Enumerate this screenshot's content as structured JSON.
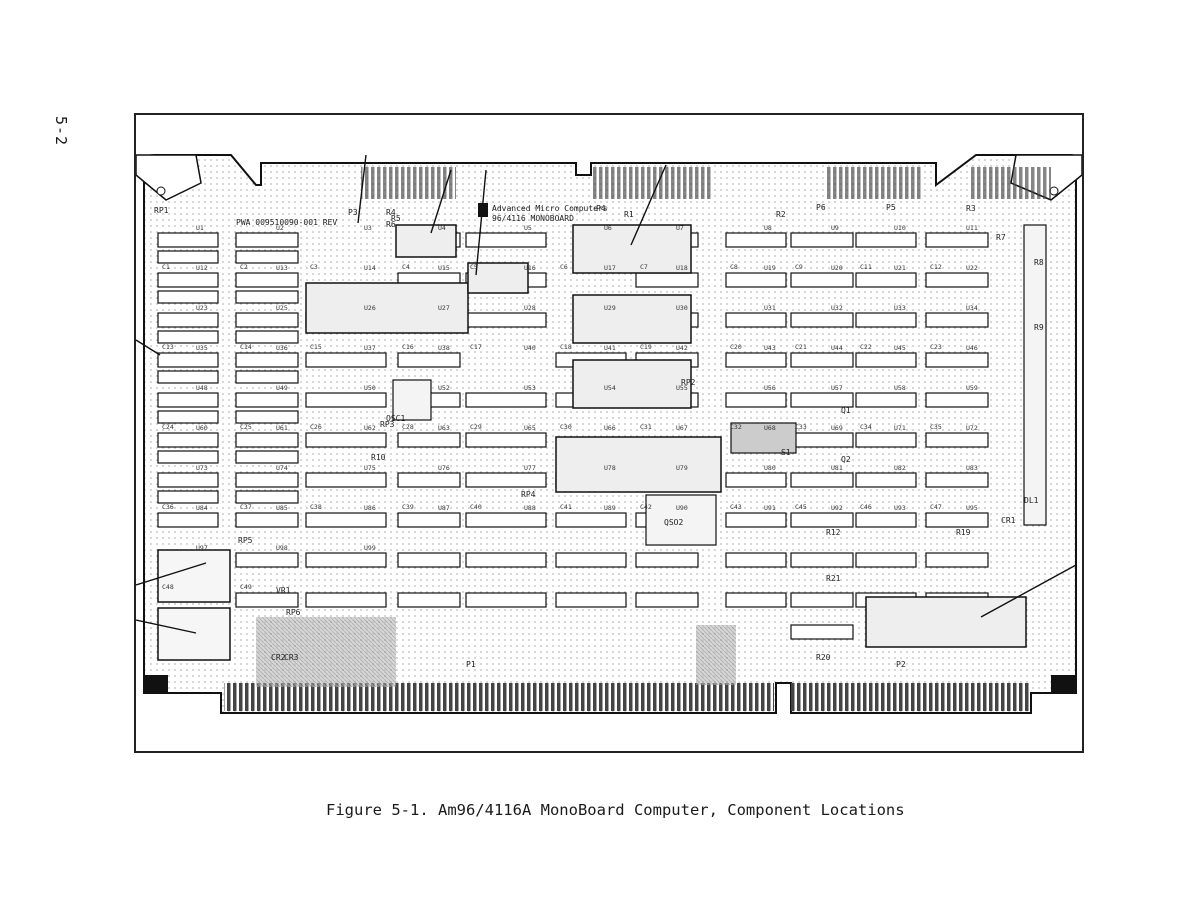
{
  "page": {
    "number": "5-2"
  },
  "figure": {
    "caption": "Figure 5-1.  Am96/4116A MonoBoard Computer, Component Locations"
  },
  "board": {
    "maker_text": "Advanced Micro Computers",
    "model_text": "96/4116 MONOBOARD",
    "pwa_text": "PWA 009510090-001 REV",
    "chips": [
      "U1",
      "U2",
      "U3",
      "U4",
      "U5",
      "U6",
      "U7",
      "U8",
      "U9",
      "U10",
      "U11",
      "U12",
      "U13",
      "U14",
      "U15",
      "U16",
      "U17",
      "U18",
      "U19",
      "U20",
      "U21",
      "U22",
      "U23",
      "U25",
      "U26",
      "U27",
      "U28",
      "U29",
      "U30",
      "U31",
      "U32",
      "U33",
      "U34",
      "U35",
      "U36",
      "U37",
      "U38",
      "U40",
      "U41",
      "U42",
      "U43",
      "U44",
      "U45",
      "U46",
      "U48",
      "U49",
      "U50",
      "U52",
      "U53",
      "U54",
      "U55",
      "U56",
      "U57",
      "U58",
      "U59",
      "U60",
      "U61",
      "U62",
      "U63",
      "U65",
      "U66",
      "U67",
      "U68",
      "U69",
      "U71",
      "U72",
      "U73",
      "U74",
      "U75",
      "U76",
      "U77",
      "U78",
      "U79",
      "U80",
      "U81",
      "U82",
      "U83",
      "U84",
      "U85",
      "U86",
      "U87",
      "U88",
      "U89",
      "U90",
      "U91",
      "U92",
      "U93",
      "U95",
      "U97",
      "U98",
      "U99"
    ],
    "capacitors": [
      "C1",
      "C2",
      "C3",
      "C4",
      "C5",
      "C6",
      "C7",
      "C8",
      "C9",
      "C11",
      "C12",
      "C13",
      "C14",
      "C15",
      "C16",
      "C17",
      "C18",
      "C19",
      "C20",
      "C21",
      "C22",
      "C23",
      "C24",
      "C25",
      "C26",
      "C28",
      "C29",
      "C30",
      "C31",
      "C32",
      "C33",
      "C34",
      "C35",
      "C36",
      "C37",
      "C38",
      "C39",
      "C40",
      "C41",
      "C42",
      "C43",
      "C45",
      "C46",
      "C47",
      "C48",
      "C49"
    ],
    "resistors": [
      "R1",
      "R2",
      "R3",
      "R4",
      "R5",
      "R6",
      "R7",
      "R8",
      "R9",
      "R10",
      "R12",
      "R19",
      "R20",
      "R21"
    ],
    "resistor_packs": [
      "RP1",
      "RP2",
      "RP3",
      "RP4",
      "RP5",
      "RP6"
    ],
    "connectors": [
      "P1",
      "P2",
      "P3",
      "P4",
      "P5",
      "P6"
    ],
    "misc_labels": [
      "OSC1",
      "QSO2",
      "Q1",
      "Q2",
      "DL1",
      "CR1",
      "CR2",
      "CR3",
      "VR1",
      "S1"
    ]
  }
}
